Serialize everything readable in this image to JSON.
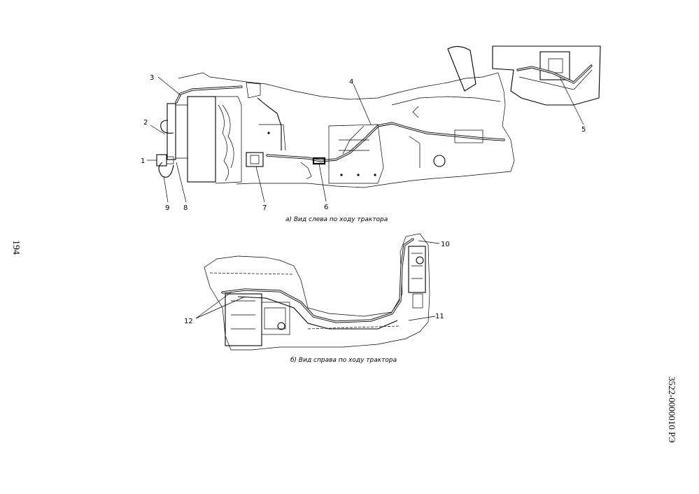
{
  "page": {
    "number": "194",
    "doc_code": "3522-0000010 РЭ"
  },
  "view_a": {
    "caption": "а) Вид слева по ходу трактора",
    "callouts": [
      "1",
      "2",
      "3",
      "4",
      "5",
      "6",
      "7",
      "8",
      "9"
    ]
  },
  "view_b": {
    "caption": "б) Вид справа по ходу трактора",
    "callouts": [
      "10",
      "11",
      "12"
    ]
  }
}
